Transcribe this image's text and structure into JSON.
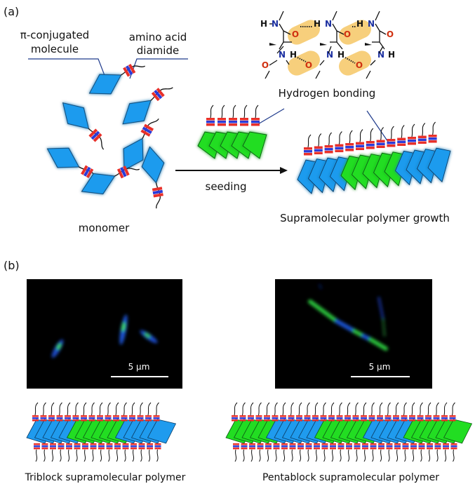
{
  "panels": {
    "a": {
      "panel_label": "(a)",
      "labels": {
        "pi_line1": "π-conjugated",
        "pi_line2": "molecule",
        "amino_line1": "amino acid",
        "amino_line2": "diamide",
        "hbond": "Hydrogen bonding",
        "seeding": "seeding",
        "monomer": "monomer",
        "growth": "Supramolecular polymer growth"
      },
      "chem": {
        "n": "N",
        "h": "H",
        "o": "O"
      }
    },
    "b": {
      "panel_label": "(b)",
      "scale_bar": "5 μm",
      "triblock": "Triblock supramolecular polymer",
      "pentablock": "Pentablock supramolecular polymer"
    }
  },
  "colors": {
    "blue_block": "#1f9bee",
    "green_block": "#22dd22",
    "tag_red": "#e8302a",
    "tag_blue": "#2b3bd8",
    "hbond_highlight": "#f7cf7c",
    "leader_line": "#1f3b8c"
  }
}
